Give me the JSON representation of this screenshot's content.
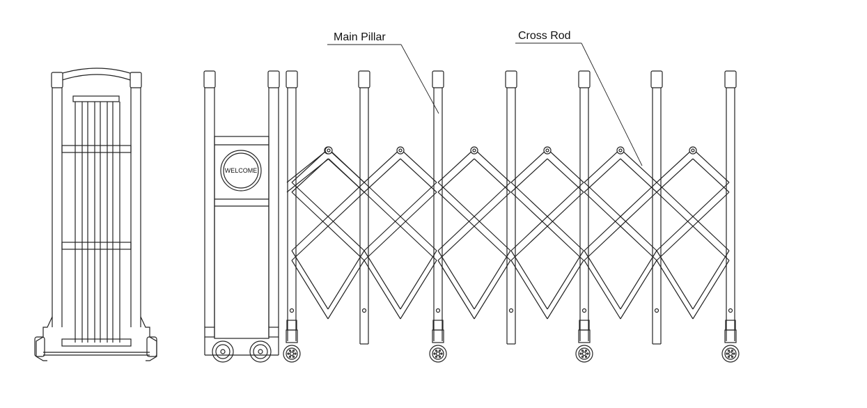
{
  "annotations": {
    "main_pillar": "Main Pillar",
    "cross_rod": "Cross Rod"
  },
  "welcome_sign": "WELCOME",
  "line_color": "#222222",
  "background": "#ffffff"
}
